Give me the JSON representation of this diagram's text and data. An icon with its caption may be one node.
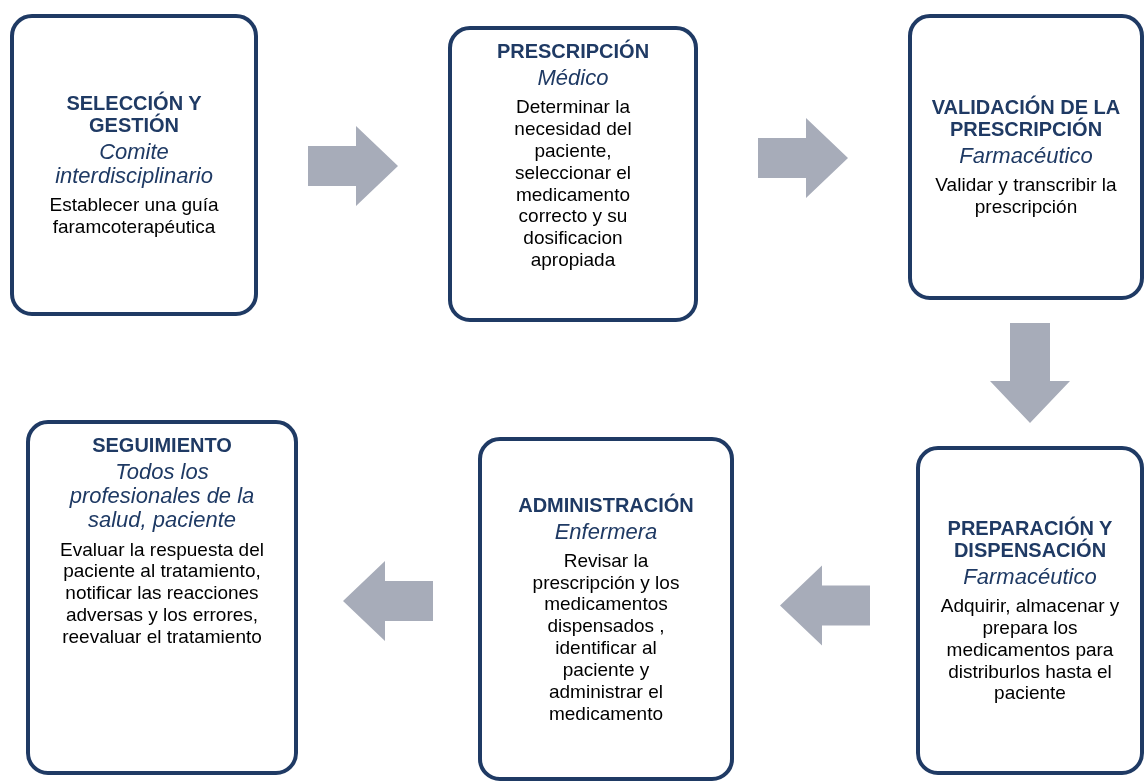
{
  "diagram": {
    "nodes": [
      {
        "text": [
          "SELECCIÓN Y GESTIÓN",
          "Comite interdisciplinario",
          "Establecer una guía faramcoterapéutica"
        ]
      },
      {
        "text": [
          "PRESCRIPCIÓN",
          "Médico",
          "Determinar la necesidad  del paciente, seleccionar el medicamento correcto y su dosificacion apropiada"
        ]
      },
      {
        "text": [
          "VALIDACIÓN DE LA PRESCRIPCIÓN",
          "Farmacéutico",
          "Validar y transcribir la prescripción"
        ]
      },
      {
        "text": [
          "PREPARACIÓN Y DISPENSACIÓN",
          "Farmacéutico",
          "Adquirir, almacenar y prepara los medicamentos para distriburlos hasta el paciente"
        ]
      },
      {
        "text": [
          "ADMINISTRACIÓN",
          "Enfermera",
          "Revisar la prescripción y los medicamentos dispensados , identificar al paciente y administrar el medicamento"
        ]
      },
      {
        "text": [
          "SEGUIMIENTO",
          "Todos los profesionales de la salud, paciente",
          "Evaluar la respuesta del paciente al tratamiento, notificar las reacciones adversas y los errores, reevaluar el tratamiento"
        ]
      }
    ],
    "edges": [
      {
        "from": 0,
        "to": 1,
        "arrow": "to"
      },
      {
        "from": 1,
        "to": 2,
        "arrow": "to"
      },
      {
        "from": 2,
        "to": 3,
        "arrow": "to"
      },
      {
        "from": 3,
        "to": 4,
        "arrow": "to"
      },
      {
        "from": 4,
        "to": 5,
        "arrow": "to"
      }
    ]
  }
}
